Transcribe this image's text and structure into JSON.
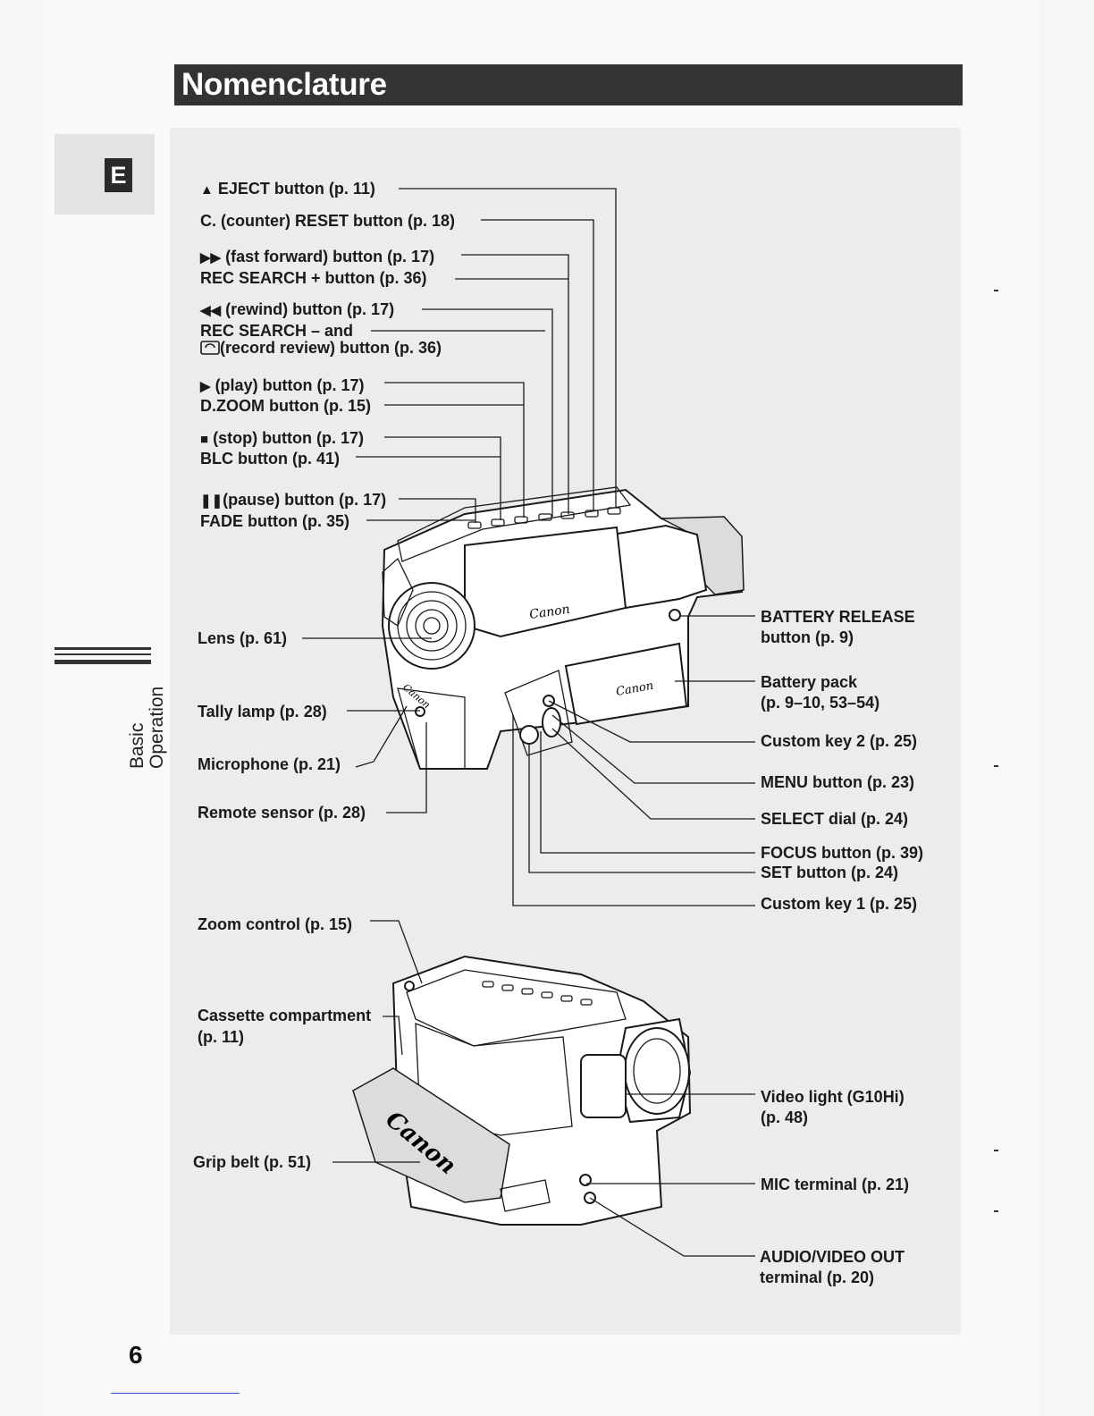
{
  "header": {
    "title": "Nomenclature"
  },
  "language_tab": {
    "letter": "E"
  },
  "section_tab": {
    "line1": "Basic",
    "line2": "Operation"
  },
  "labels": {
    "eject": "EJECT button (p. 11)",
    "counter_reset": "C. (counter) RESET button (p. 18)",
    "fast_forward": "(fast forward) button (p. 17)",
    "rec_search_plus": "REC SEARCH + button  (p. 36)",
    "rewind": "(rewind) button (p. 17)",
    "rec_search_minus": "REC SEARCH – and",
    "record_review": "(record review) button (p. 36)",
    "play": "(play) button (p. 17)",
    "dzoom": "D.ZOOM button (p. 15)",
    "stop": "(stop) button (p. 17)",
    "blc": "BLC button (p. 41)",
    "pause": "(pause) button (p. 17)",
    "fade": "FADE button (p. 35)",
    "lens": "Lens (p. 61)",
    "tally_lamp": "Tally lamp (p. 28)",
    "microphone": "Microphone (p. 21)",
    "remote_sensor": "Remote sensor (p. 28)",
    "battery_release_1": "BATTERY RELEASE",
    "battery_release_2": "button (p. 9)",
    "battery_pack_1": "Battery pack",
    "battery_pack_2": "(p. 9–10, 53–54)",
    "custom_key_2": "Custom key 2 (p. 25)",
    "menu": "MENU button (p. 23)",
    "select_dial": "SELECT dial (p. 24)",
    "focus": "FOCUS button (p. 39)",
    "set": "SET button (p. 24)",
    "custom_key_1": "Custom key 1 (p. 25)",
    "zoom_control": "Zoom control (p. 15)",
    "cassette_1": "Cassette compartment",
    "cassette_2": "(p. 11)",
    "video_light_1": "Video light (G10Hi)",
    "video_light_2": "(p. 48)",
    "grip_belt": "Grip belt (p. 51)",
    "mic_terminal": "MIC terminal (p. 21)",
    "av_out_1": "AUDIO/VIDEO OUT",
    "av_out_2": "terminal (p. 20)"
  },
  "glyphs": {
    "eject": "▲",
    "fast_forward": "▶▶",
    "rewind": "◀◀",
    "play": "▶",
    "stop": "■",
    "pause": "❚❚"
  },
  "brand_marks": {
    "top_body": "Canon",
    "battery": "Canon",
    "front": "Canon",
    "grip": "Canon"
  },
  "page_number": "6"
}
